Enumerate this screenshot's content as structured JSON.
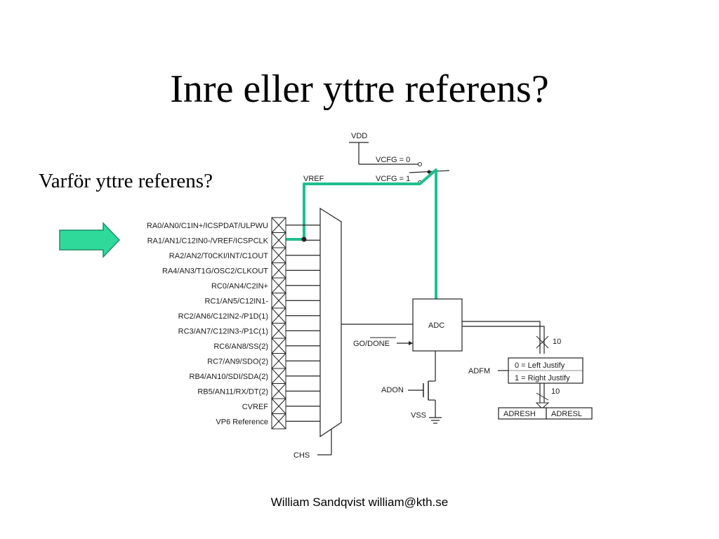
{
  "title": "Inre eller yttre referens?",
  "subtitle": "Varför yttre referens?",
  "footer": "William Sandqvist  william@kth.se",
  "diagram": {
    "vdd": "VDD",
    "vcfg0": "VCFG = 0",
    "vcfg1": "VCFG = 1",
    "vref": "VREF",
    "pins": [
      "RA0/AN0/C1IN+/ICSPDAT/ULPWU",
      "RA1/AN1/C12IN0-/VREF/ICSPCLK",
      "RA2/AN2/T0CKI/INT/C1OUT",
      "RA4/AN3/T1G/OSC2/CLKOUT",
      "RC0/AN4/C2IN+",
      "RC1/AN5/C12IN1-",
      "RC2/AN6/C12IN2-/P1D(1)",
      "RC3/AN7/C12IN3-/P1C(1)",
      "RC6/AN8/SS(2)",
      "RC7/AN9/SDO(2)",
      "RB4/AN10/SDI/SDA(2)",
      "RB5/AN11/RX/DT(2)",
      "CVREF",
      "VP6 Reference"
    ],
    "adc": "ADC",
    "go_done": "GO/DONE",
    "adon": "ADON",
    "vss": "VSS",
    "chs": "CHS",
    "adfm": "ADFM",
    "left_justify": "0 = Left Justify",
    "right_justify": "1 = Right Justify",
    "bits_in": "10",
    "bits_out": "10",
    "adresh": "ADRESH",
    "adresl": "ADRESL"
  },
  "colors": {
    "highlight": "#1fbf8f",
    "arrow": "#2fd99a",
    "line": "#222222"
  }
}
